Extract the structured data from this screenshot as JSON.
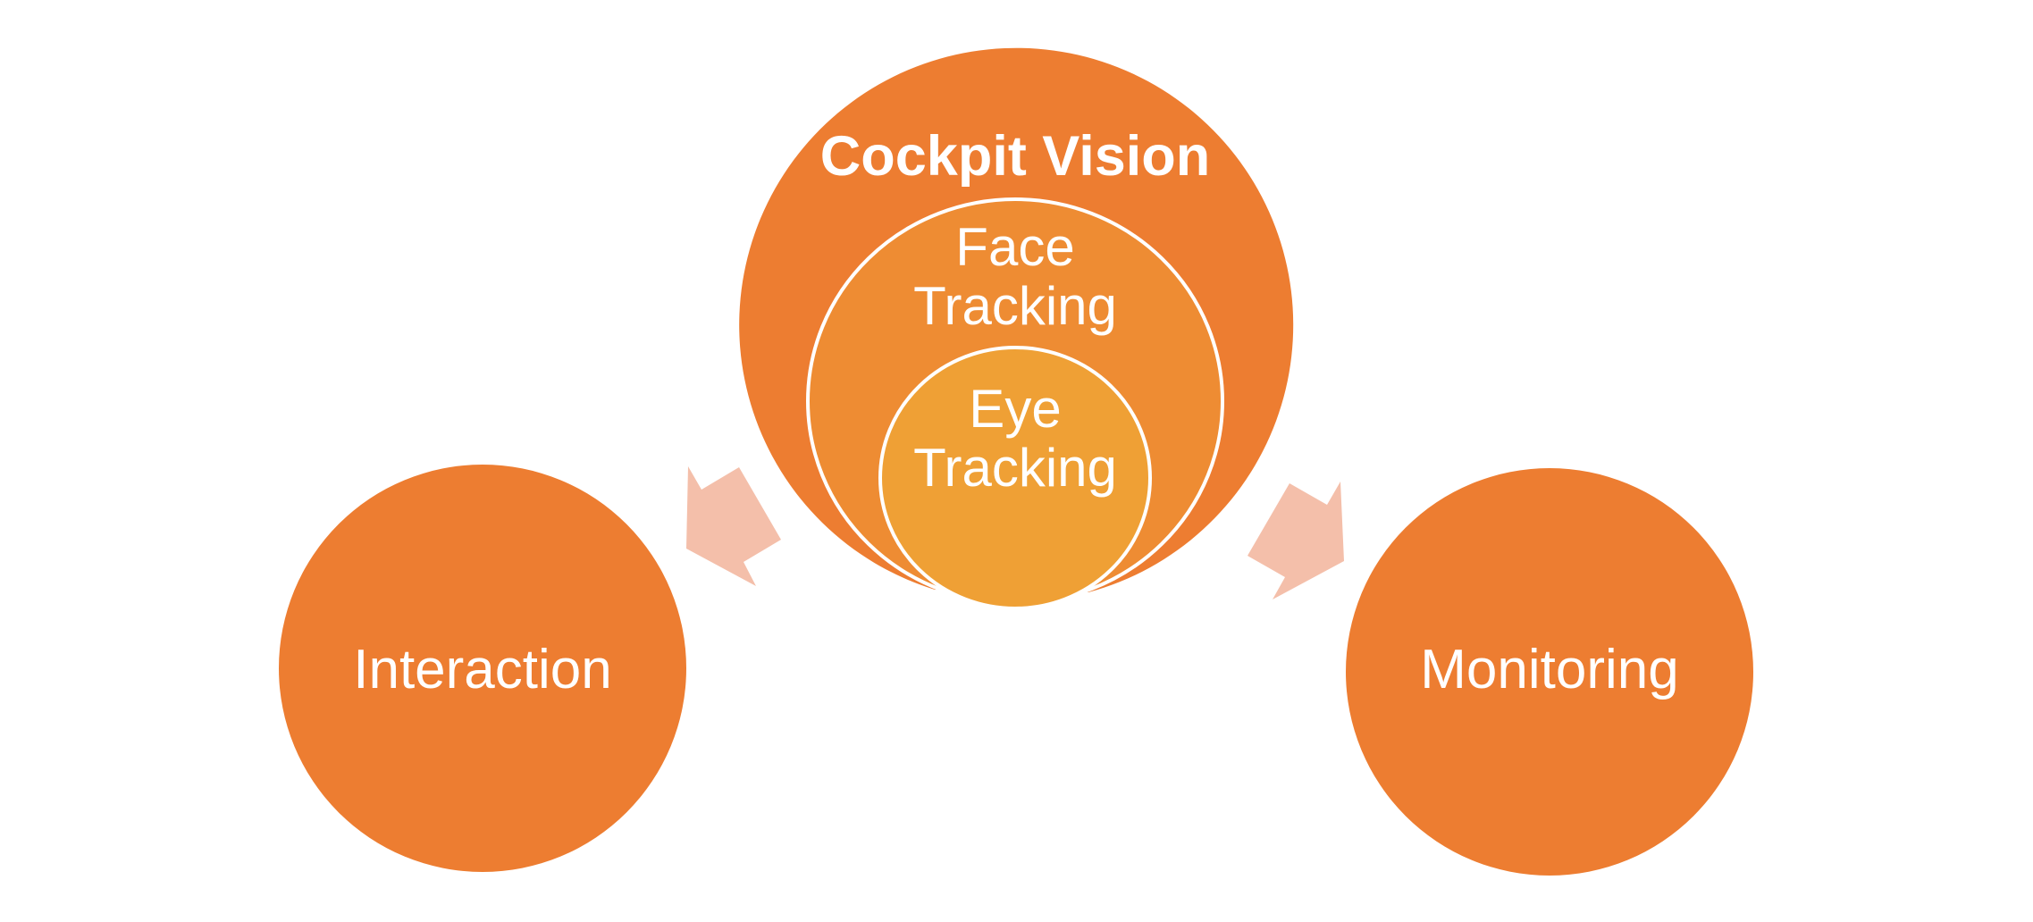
{
  "diagram": {
    "center": {
      "title": "Cockpit Vision",
      "face_tracking": {
        "line1": "Face",
        "line2": "Tracking"
      },
      "eye_tracking": {
        "line1": "Eye",
        "line2": "Tracking"
      }
    },
    "left": {
      "label": "Interaction"
    },
    "right": {
      "label": "Monitoring"
    }
  },
  "colors": {
    "outer_circle": "#ED7D31",
    "face_circle": "#EE8C33",
    "eye_circle": "#EFA035",
    "arrow": "#F4BFAA",
    "ring_stroke": "#FFFFFF",
    "text": "#FFFFFF"
  }
}
